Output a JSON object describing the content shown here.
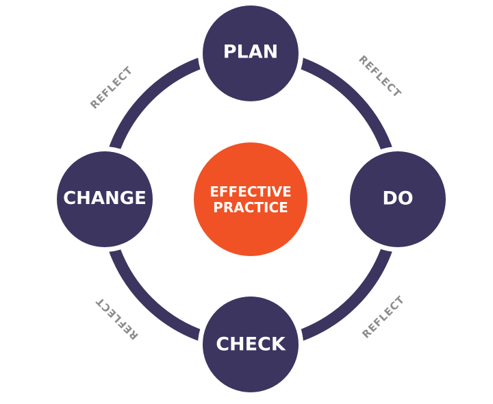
{
  "colors": {
    "node_fill": "#3b3560",
    "ring": "#3b3560",
    "center_fill": "#f05225",
    "reflect_text": "#8c8c8c",
    "label_text": "#ffffff"
  },
  "center": {
    "line1": "EFFECTIVE",
    "line2": "PRACTICE"
  },
  "nodes": {
    "plan": "PLAN",
    "do": "DO",
    "check": "CHECK",
    "change": "CHANGE"
  },
  "reflect_labels": {
    "top_right": "REFLECT",
    "bottom_right": "REFLECT",
    "bottom_left": "REFLECT",
    "top_left": "REFLECT"
  }
}
